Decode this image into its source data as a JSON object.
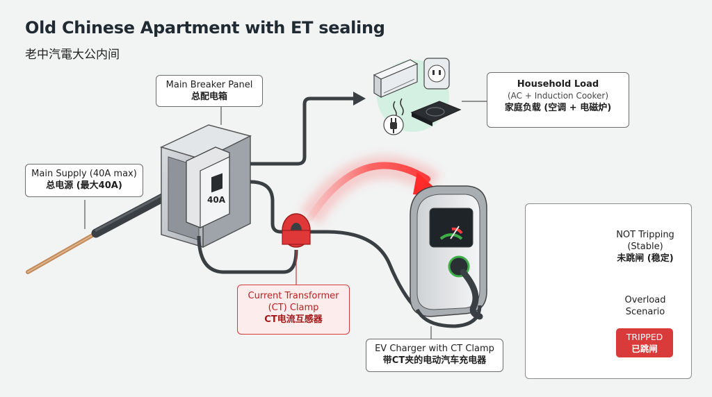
{
  "title": "Old Chinese Apartment with ET sealing",
  "subtitle": "老中汽電大公内间",
  "callouts": {
    "main_breaker": {
      "line1": "Main Breaker Panel",
      "line2": "总配电箱"
    },
    "household": {
      "line1": "Household Load",
      "line_sub": "(AC + Induction Cooker)",
      "line2": "家庭负载 (空调 + 电磁炉)"
    },
    "main_supply": {
      "line1": "Main Supply (40A max)",
      "line2": "总电源 (最大40A)"
    },
    "ct_clamp": {
      "line1": "Current Transformer",
      "line_sub": "(CT) Clamp",
      "line2": "CT电流互感器"
    },
    "ev_charger": {
      "line1": "EV Charger with CT Clamp",
      "line2": "带CT夹的电动汽车充电器"
    }
  },
  "breaker_label": "40A",
  "status": {
    "not_tripping": {
      "line1": "NOT Tripping",
      "line2": "(Stable)",
      "line3": "未跳闸 (稳定)"
    },
    "overload": {
      "line1": "Overload",
      "line2": "Scenario"
    },
    "tripped_badge": {
      "line1": "TRIPPED",
      "line2": "已跳闸"
    }
  },
  "colors": {
    "accent_red": "#d93a3a",
    "ok_green": "#3fae49",
    "cable_dark": "#3a3f44",
    "panel_gray": "#c9cdd1",
    "copper": "#c08a5a"
  }
}
